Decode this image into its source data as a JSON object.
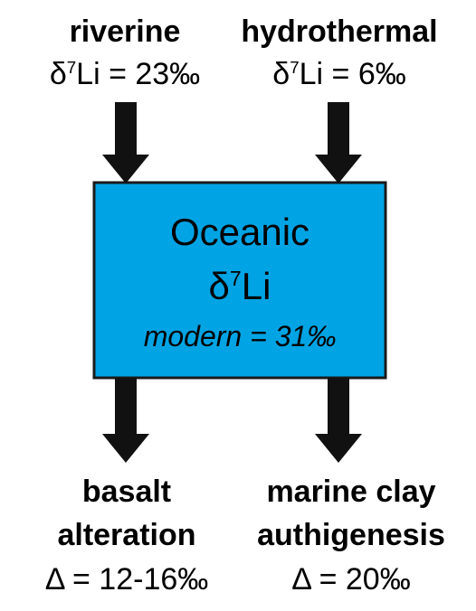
{
  "inputs": {
    "riverine": {
      "title": "riverine",
      "value_prefix": "δ",
      "value_sup": "7",
      "value_rest": "Li = 23‰"
    },
    "hydrothermal": {
      "title": "hydrothermal",
      "value_prefix": "δ",
      "value_sup": "7",
      "value_rest": "Li = 6‰"
    }
  },
  "box": {
    "title": "Oceanic",
    "sub_prefix": "δ",
    "sub_sup": "7",
    "sub_rest": "Li",
    "modern": "modern = 31‰",
    "fill": "#00a4e4",
    "stroke": "#1a1a1a"
  },
  "outputs": {
    "basalt": {
      "line1": "basalt",
      "line2": "alteration",
      "value": "Δ = 12-16‰"
    },
    "clay": {
      "line1": "marine clay",
      "line2": "authigenesis",
      "value": "Δ = 20‰"
    }
  },
  "arrow_color": "#111111"
}
